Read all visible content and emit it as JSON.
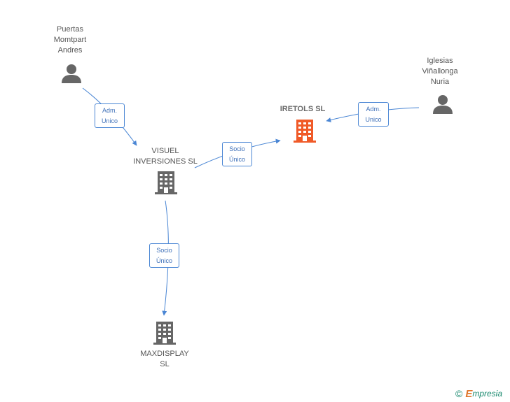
{
  "nodes": {
    "iretols": {
      "label": "IRETOLS SL",
      "type": "company",
      "color": "#f05a28"
    },
    "visuel": {
      "lines": [
        "VISUEL",
        "INVERSIONES SL"
      ],
      "type": "company",
      "color": "#666666"
    },
    "maxdisplay": {
      "lines": [
        "MAXDISPLAY",
        "SL"
      ],
      "type": "company",
      "color": "#666666"
    },
    "puertas": {
      "lines": [
        "Puertas",
        "Momtpart",
        "Andres"
      ],
      "type": "person",
      "color": "#666666"
    },
    "iglesias": {
      "lines": [
        "Iglesias",
        "Viñallonga",
        "Nuria"
      ],
      "type": "person",
      "color": "#666666"
    }
  },
  "edges": [
    {
      "from": "puertas",
      "to": "visuel",
      "lines": [
        "Adm.",
        "Unico"
      ]
    },
    {
      "from": "visuel",
      "to": "iretols",
      "lines": [
        "Socio",
        "Único"
      ]
    },
    {
      "from": "iglesias",
      "to": "iretols",
      "lines": [
        "Adm.",
        "Unico"
      ]
    },
    {
      "from": "visuel",
      "to": "maxdisplay",
      "lines": [
        "Socio",
        "Único"
      ]
    }
  ],
  "colors": {
    "edge": "#4a86d4",
    "accent": "#f05a28",
    "icon": "#666666"
  },
  "footer": {
    "copyright": "©",
    "brand_initial": "E",
    "brand_rest": "mpresia"
  }
}
